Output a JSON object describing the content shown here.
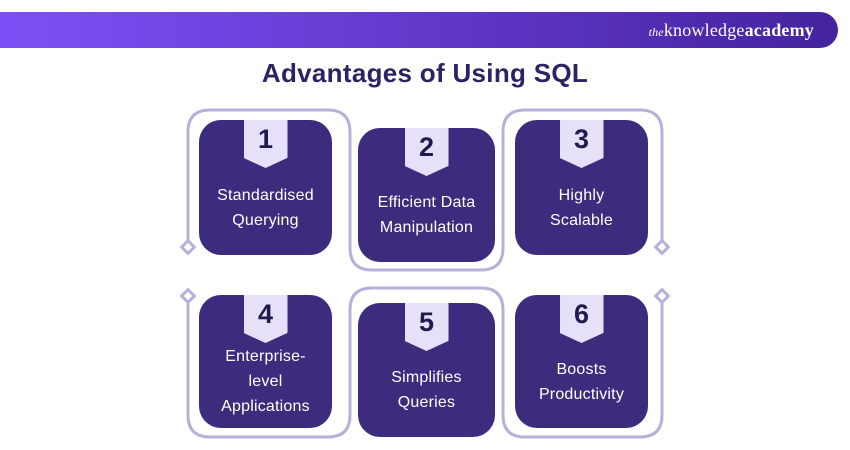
{
  "header": {
    "logo_the": "the",
    "logo_knowledge": "knowledge",
    "logo_academy": "academy"
  },
  "title": "Advantages of Using SQL",
  "cards": [
    {
      "number": "1",
      "lines": [
        "Standardised",
        "Querying"
      ]
    },
    {
      "number": "2",
      "lines": [
        "Efficient Data",
        "Manipulation"
      ]
    },
    {
      "number": "3",
      "lines": [
        "Highly",
        "Scalable"
      ]
    },
    {
      "number": "4",
      "lines": [
        "Enterprise-",
        "level",
        "Applications"
      ]
    },
    {
      "number": "5",
      "lines": [
        "Simplifies",
        "Queries"
      ]
    },
    {
      "number": "6",
      "lines": [
        "Boosts",
        "Productivity"
      ]
    }
  ],
  "colors": {
    "card_fill": "#3D2C7D",
    "badge_fill": "#E6E0F8",
    "connector_outline": "#B5B1D8",
    "title_text": "#2E2264",
    "badge_number": "#221C4E",
    "card_text": "#FFFFFF",
    "header_gradient_left": "#7D50F7",
    "header_gradient_right": "#44239E"
  }
}
